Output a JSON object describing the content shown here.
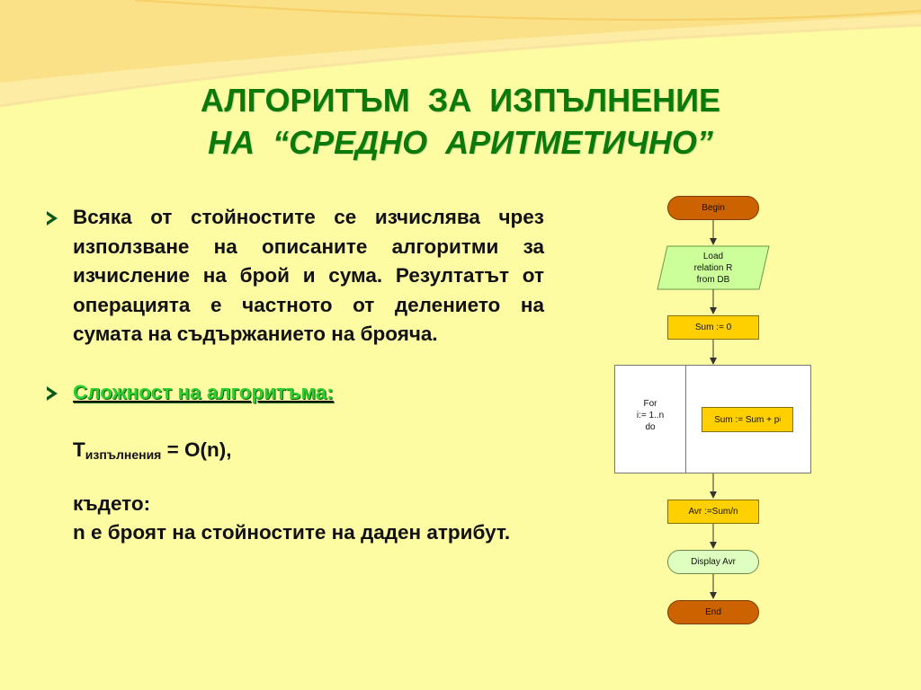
{
  "title": {
    "line1": "АЛГОРИТЪМ  ЗА  ИЗПЪЛНЕНИЕ",
    "line2": "НА  “СРЕДНО  АРИТМЕТИЧНО”"
  },
  "bullets": {
    "first": "Всяка от стойностите се изчислява чрез използване на описаните алгоритми за изчисление на брой  и сума. Резултатът от операцията е частното от делението на сумата на съдържанието на брояча.",
    "second": "Сложност на алгоритъма:"
  },
  "formula": {
    "main": "T",
    "sub": "изпълнения",
    "rest": " = O(n),"
  },
  "where_label": "където:",
  "where_text": "n е броят на стойностите на даден атрибут.",
  "flowchart": {
    "begin": "Begin",
    "load": [
      "Load",
      "relation R",
      "from DB"
    ],
    "init": "Sum := 0",
    "loop": [
      "For",
      "i:= 1..n",
      "do"
    ],
    "body_main": "Sum := Sum + p",
    "body_sub": "i",
    "avg": "Avr  :=Sum/n",
    "display": "Display Avr",
    "end": "End"
  },
  "colors": {
    "background": "#fefca3",
    "title": "#0b7a0b",
    "highlight": "#2ccf2c",
    "terminal": "#cc6200",
    "process": "#ffd000",
    "input": "#ccff99",
    "display": "#dfffc0"
  }
}
